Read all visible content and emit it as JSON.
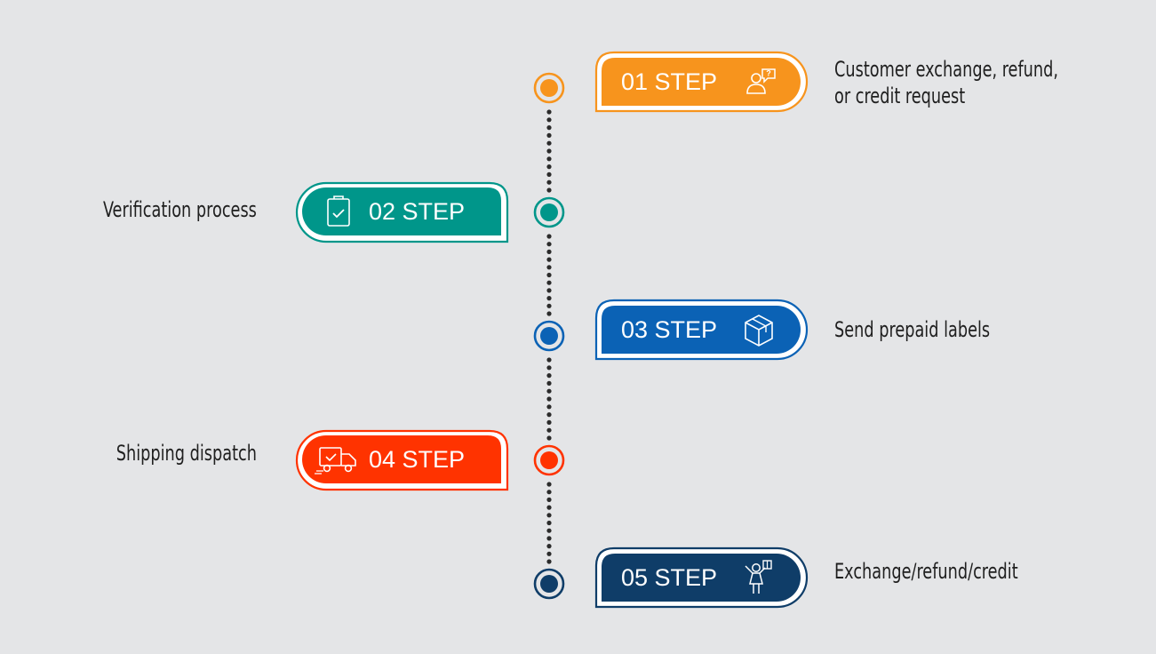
{
  "colors": {
    "background": "#e4e5e7",
    "dots": "#2b2b2b"
  },
  "steps": [
    {
      "label": "01 STEP",
      "description": "Customer exchange, refund,\nor credit request",
      "color": "#f7941d",
      "icon": "customer-question-icon",
      "side": "right"
    },
    {
      "label": "02 STEP",
      "description": "Verification process",
      "color": "#00968a",
      "icon": "clipboard-check-icon",
      "side": "left"
    },
    {
      "label": "03 STEP",
      "description": "Send prepaid labels",
      "color": "#0b62b5",
      "icon": "package-box-icon",
      "side": "right"
    },
    {
      "label": "04 STEP",
      "description": "Shipping dispatch",
      "color": "#ff3300",
      "icon": "delivery-truck-icon",
      "side": "left"
    },
    {
      "label": "05 STEP",
      "description": "Exchange/refund/credit",
      "color": "#0f3d68",
      "icon": "person-with-parcel-icon",
      "side": "right"
    }
  ]
}
